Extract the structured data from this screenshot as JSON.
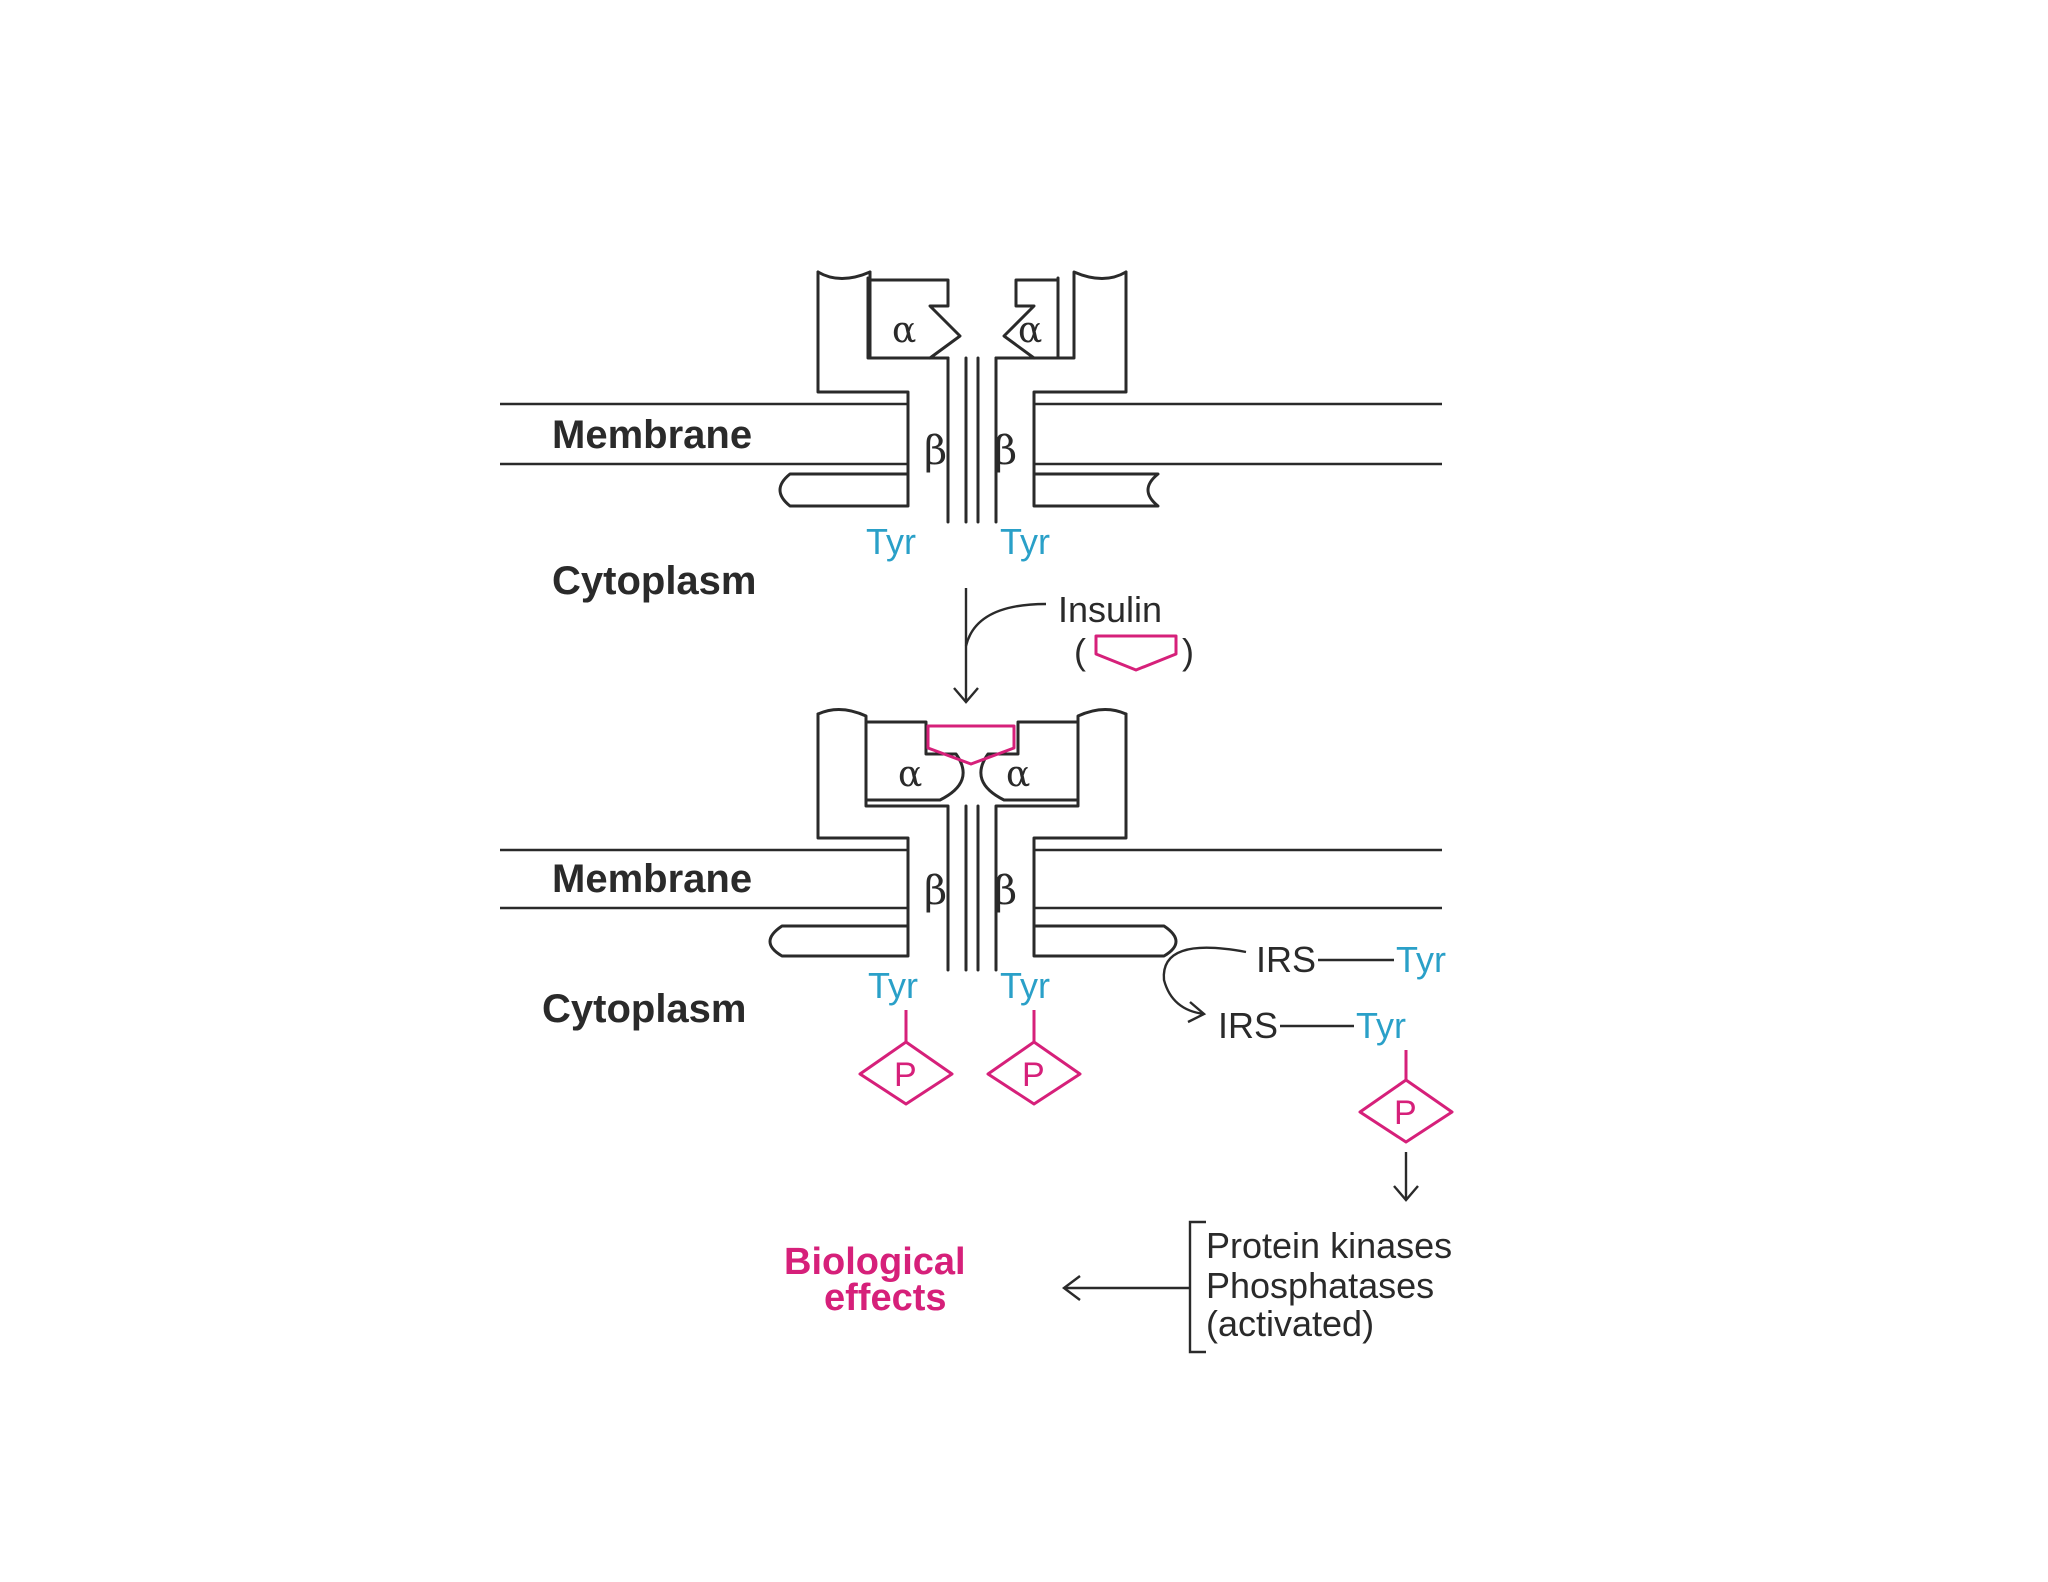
{
  "colors": {
    "line": "#2a2a2a",
    "tyrosine": "#2aa0c8",
    "phosphate": "#d6207a",
    "insulin": "#d6207a",
    "effects": "#d6207a"
  },
  "top_panel": {
    "membrane_label": "Membrane",
    "cytoplasm_label": "Cytoplasm",
    "alpha_left": "α",
    "alpha_right": "α",
    "beta_left": "β",
    "beta_right": "β",
    "tyr_left": "Tyr",
    "tyr_right": "Tyr"
  },
  "insulin": {
    "label": "Insulin",
    "paren_open": "(",
    "paren_close": ")"
  },
  "bottom_panel": {
    "membrane_label": "Membrane",
    "cytoplasm_label": "Cytoplasm",
    "alpha_left": "α",
    "alpha_right": "α",
    "beta_left": "β",
    "beta_right": "β",
    "tyr_left": "Tyr",
    "tyr_right": "Tyr",
    "phospho_left": "P",
    "phospho_right": "P"
  },
  "irs": {
    "before_label": "IRS",
    "before_tyr": "Tyr",
    "after_label": "IRS",
    "after_tyr": "Tyr",
    "phospho": "P"
  },
  "outcome": {
    "line1": "Protein kinases",
    "line2": "Phosphatases",
    "line3": "(activated)",
    "effects_line1": "Biological",
    "effects_line2": "effects"
  }
}
